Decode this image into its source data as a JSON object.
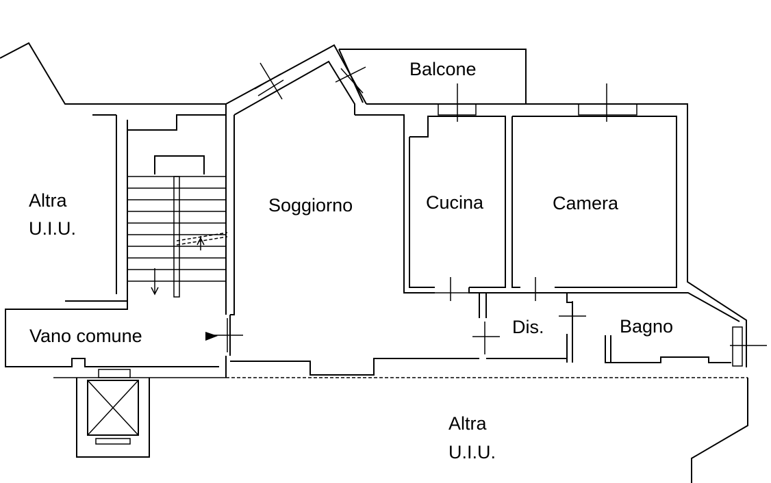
{
  "rooms": {
    "balcone": "Balcone",
    "altra_uiu_left_line1": "Altra",
    "altra_uiu_left_line2": "U.I.U.",
    "soggiorno": "Soggiorno",
    "cucina": "Cucina",
    "camera": "Camera",
    "vano_comune": "Vano comune",
    "dis": "Dis.",
    "bagno": "Bagno",
    "altra_uiu_bottom_line1": "Altra",
    "altra_uiu_bottom_line2": "U.I.U."
  }
}
